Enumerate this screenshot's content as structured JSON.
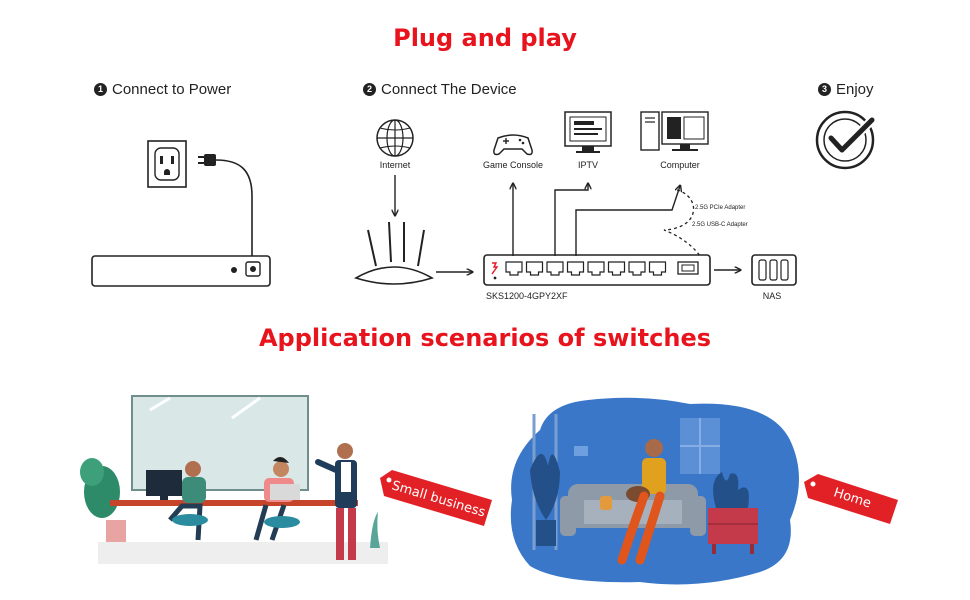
{
  "headings": {
    "plug_and_play": "Plug and play",
    "application": "Application scenarios of switches"
  },
  "steps": [
    {
      "num": "1",
      "label": "Connect to Power"
    },
    {
      "num": "2",
      "label": "Connect The Device"
    },
    {
      "num": "3",
      "label": "Enjoy"
    }
  ],
  "devices": {
    "internet": "Internet",
    "game_console": "Game Console",
    "iptv": "IPTV",
    "computer": "Computer",
    "adapter_pcie": "2.5G PCIe Adapter",
    "adapter_usbc": "2.5G USB-C Adapter",
    "switch_model": "SKS1200-4GPY2XF",
    "nas": "NAS"
  },
  "scenarios": {
    "small_business": "Small business",
    "home": "Home"
  },
  "colors": {
    "accent": "#e8141d",
    "line": "#222222",
    "home_blue": "#3a77c9"
  }
}
